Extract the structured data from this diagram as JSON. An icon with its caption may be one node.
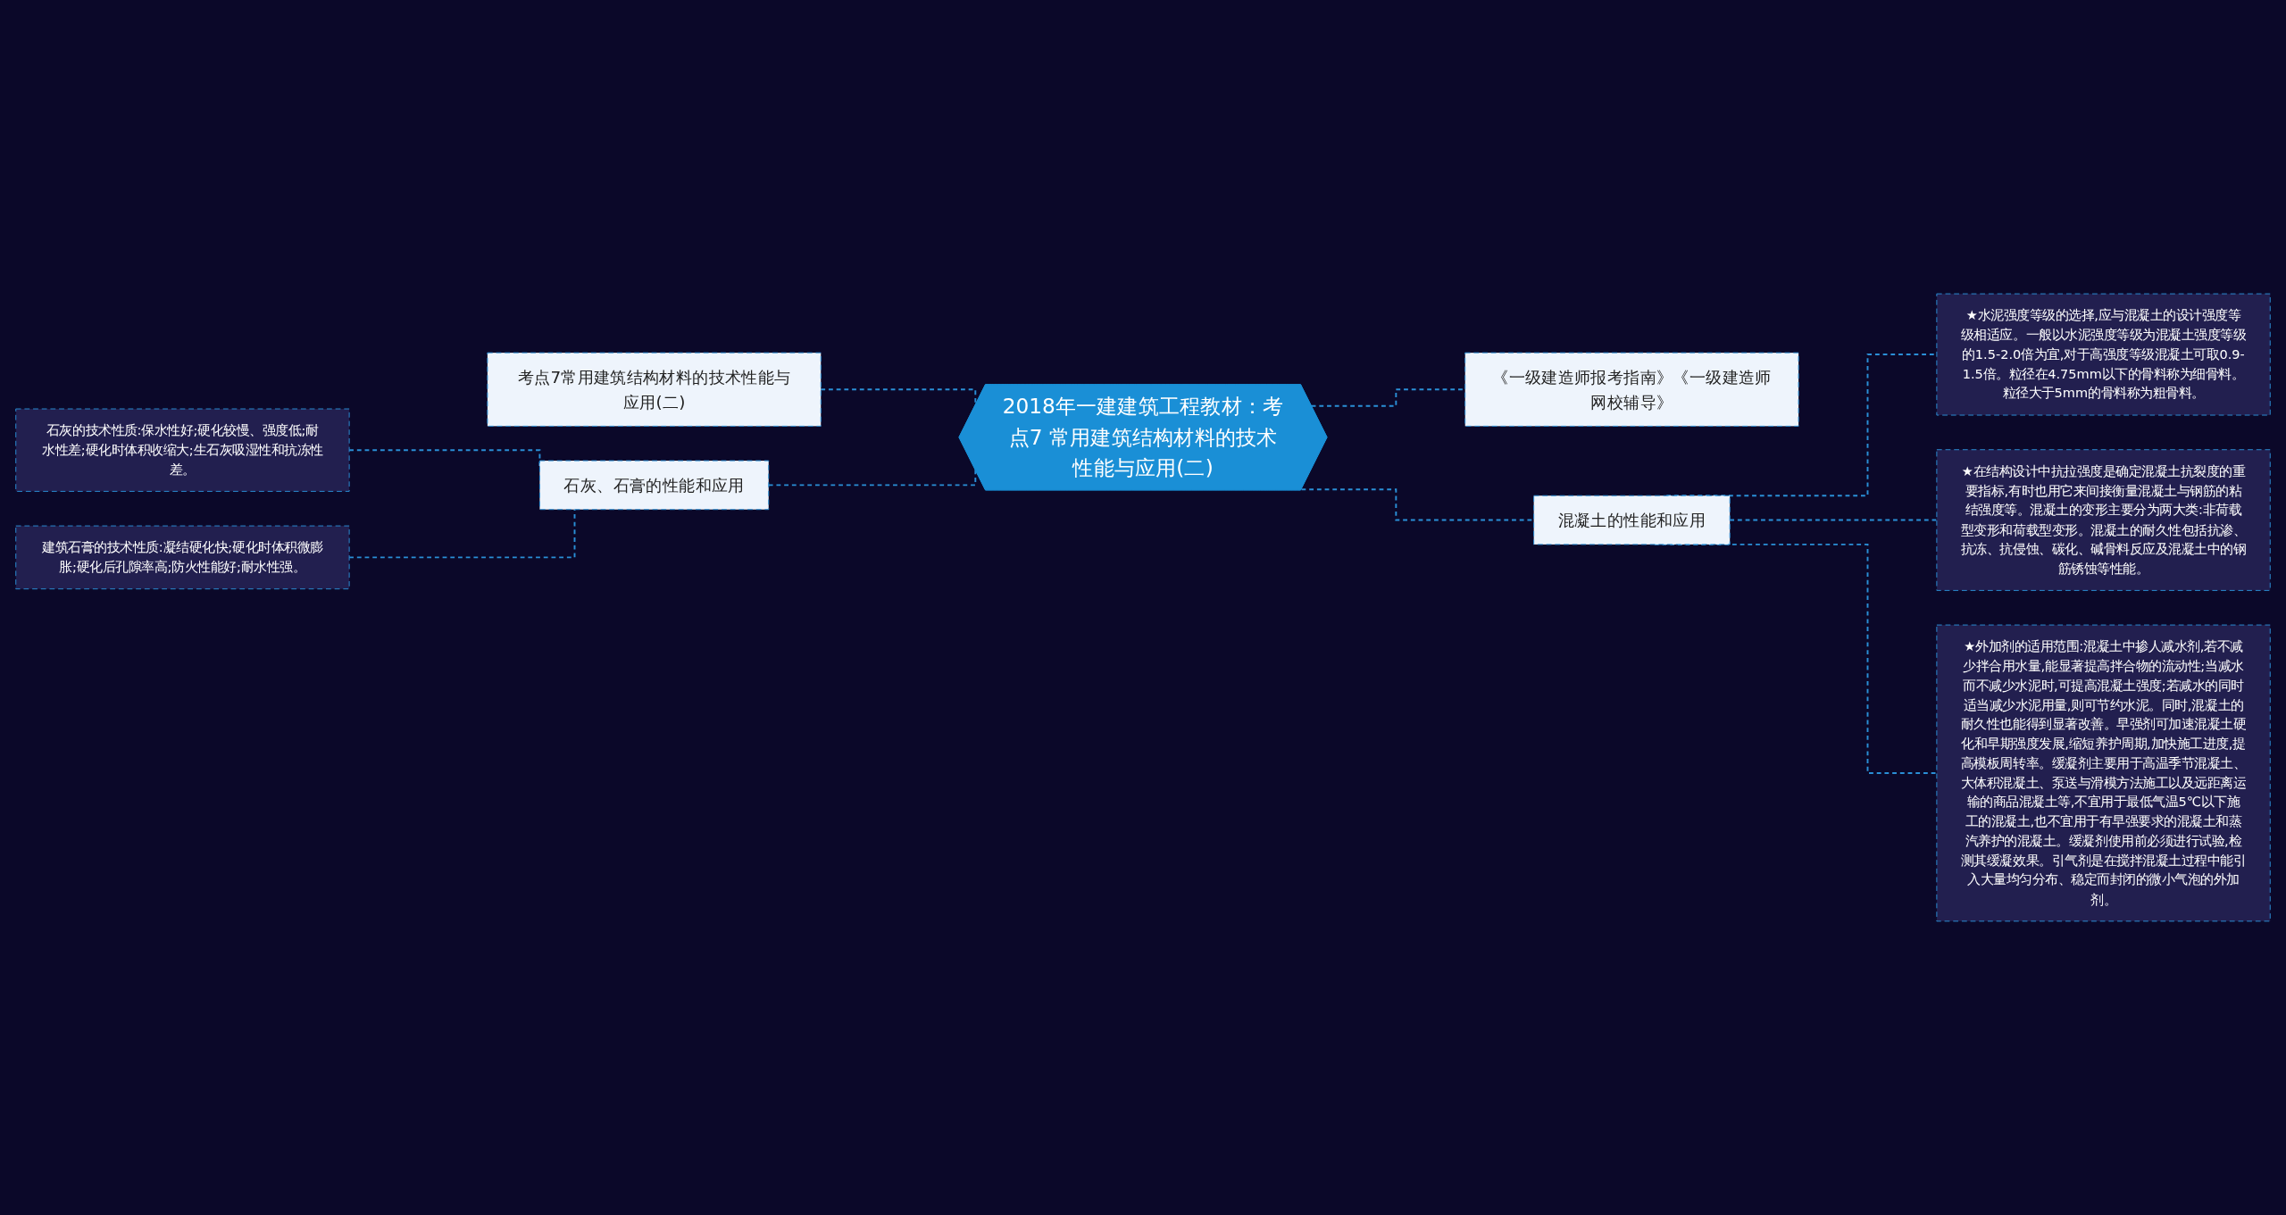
{
  "diagram": {
    "nodes": [
      {
        "text": [
          "2018年一建建筑工程教材：考点7 常用建筑结构材料的技术性能与应用(二)"
        ]
      },
      {
        "text": [
          "考点7常用建筑结构材料的技术性能与应用(二)"
        ]
      },
      {
        "text": [
          "石灰、石膏的性能和应用"
        ]
      },
      {
        "text": [
          "石灰的技术性质:保水性好;硬化较慢、强度低;耐水性差;硬化时体积收缩大;生石灰吸湿性和抗冻性差。"
        ]
      },
      {
        "text": [
          "建筑石膏的技术性质:凝结硬化快;硬化时体积微膨胀;硬化后孔隙率高;防火性能好;耐水性强。"
        ]
      },
      {
        "text": [
          "《一级建造师报考指南》《一级建造师网校辅导》"
        ]
      },
      {
        "text": [
          "混凝土的性能和应用"
        ]
      },
      {
        "text": [
          "★水泥强度等级的选择,应与混凝土的设计强度等级相适应。一般以水泥强度等级为混凝土强度等级的1.5-2.0倍为宜,对于高强度等级混凝土可取0.9-1.5倍。粒径在4.75mm以下的骨料称为细骨料。粒径大于5mm的骨料称为粗骨料。"
        ]
      },
      {
        "text": [
          "★在结构设计中抗拉强度是确定混凝土抗裂度的重要指标,有时也用它来间接衡量混凝土与钢筋的粘结强度等。混凝土的变形主要分为两大类:非荷载型变形和荷载型变形。混凝土的耐久性包括抗渗、抗冻、抗侵蚀、碳化、碱骨料反应及混凝土中的钢筋锈蚀等性能。"
        ]
      },
      {
        "text": [
          "★外加剂的适用范围:混凝土中掺人减水剂,若不减少拌合用水量,能显著提高拌合物的流动性;当减水而不减少水泥时,可提高混凝土强度;若减水的同时适当减少水泥用量,则可节约水泥。同时,混凝土的耐久性也能得到显著改善。早强剂可加速混凝土硬化和早期强度发展,缩短养护周期,加快施工进度,提高模板周转率。缓凝剂主要用于高温季节混凝土、大体积混凝土、泵送与滑模方法施工以及远距离运输的商品混凝土等,不宜用于最低气温5℃以下施工的混凝土,也不宜用于有早强要求的混凝土和蒸汽养护的混凝土。缓凝剂使用前必须进行试验,检测其缓凝效果。引气剂是在搅拌混凝土过程中能引入大量均匀分布、稳定而封闭的微小气泡的外加剂。"
        ]
      }
    ],
    "edges": [
      {
        "from": 1,
        "to": 0,
        "arrow": "none",
        "style": "dashed"
      },
      {
        "from": 2,
        "to": 0,
        "arrow": "none",
        "style": "dashed"
      },
      {
        "from": 3,
        "to": 2,
        "arrow": "none",
        "style": "dashed"
      },
      {
        "from": 4,
        "to": 2,
        "arrow": "none",
        "style": "dashed"
      },
      {
        "from": 0,
        "to": 5,
        "arrow": "none",
        "style": "dashed"
      },
      {
        "from": 0,
        "to": 6,
        "arrow": "none",
        "style": "dashed"
      },
      {
        "from": 6,
        "to": 7,
        "arrow": "none",
        "style": "dashed"
      },
      {
        "from": 6,
        "to": 8,
        "arrow": "none",
        "style": "dashed"
      },
      {
        "from": 6,
        "to": 9,
        "arrow": "none",
        "style": "dashed"
      }
    ]
  }
}
